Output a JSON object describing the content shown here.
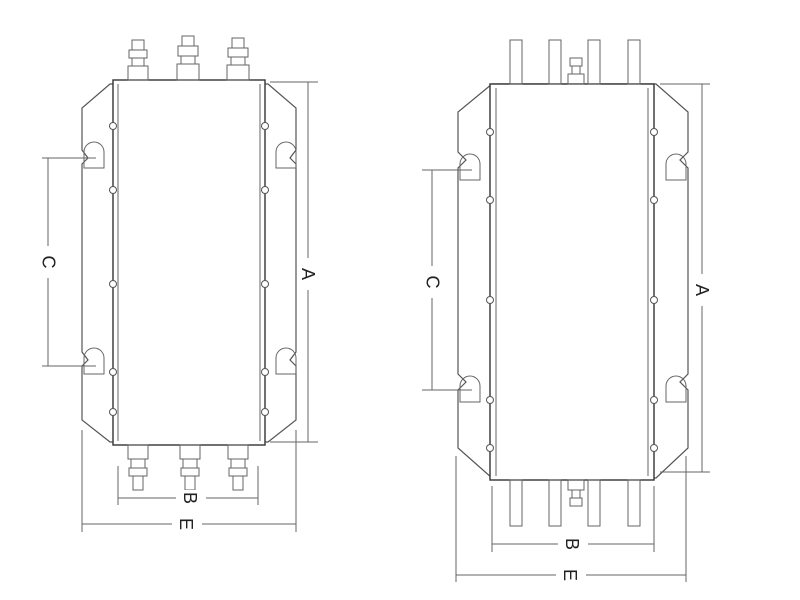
{
  "drawings": [
    {
      "name": "filter-view-1",
      "labels": {
        "a": "A",
        "b": "B",
        "c": "C",
        "e": "E"
      },
      "terminal_type": "threaded-stud"
    },
    {
      "name": "filter-view-2",
      "labels": {
        "a": "A",
        "b": "B",
        "c": "C",
        "e": "E"
      },
      "terminal_type": "busbar"
    }
  ]
}
